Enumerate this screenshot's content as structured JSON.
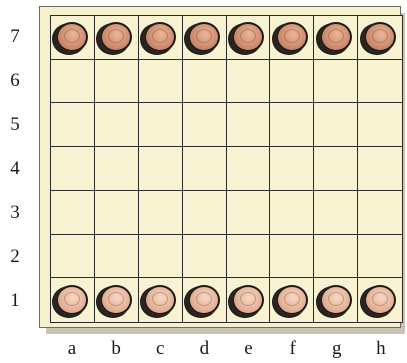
{
  "board": {
    "files": [
      "a",
      "b",
      "c",
      "d",
      "e",
      "f",
      "g",
      "h"
    ],
    "ranks": [
      "7",
      "6",
      "5",
      "4",
      "3",
      "2",
      "1"
    ],
    "pieces": {
      "7": "dark",
      "1": "light"
    }
  },
  "colors": {
    "square": "#f7f3d2",
    "grid_line": "#2a2a2a",
    "dark_piece": "#cf8e6f",
    "light_piece": "#e6b39a"
  }
}
